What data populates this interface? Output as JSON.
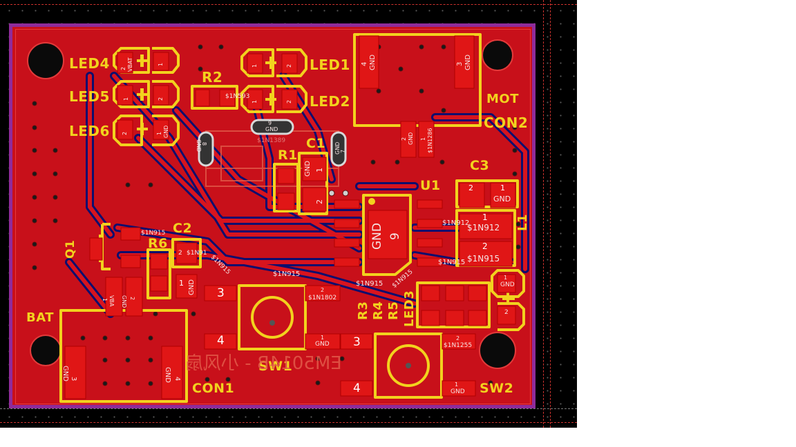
{
  "colors": {
    "background": "#000000",
    "copper": "#c8101a",
    "trace": "#d8141e",
    "trace_gap": "#0c0e6e",
    "silkscreen": "#f2d21e",
    "board_outline": "#8f2b9a",
    "keepout": "#d0322e",
    "hole": "#0a0a0a"
  },
  "designators": {
    "led4": "LED4",
    "led5": "LED5",
    "led6": "LED6",
    "led1": "LED1",
    "led2": "LED2",
    "r2": "R2",
    "mot": "MOT",
    "con2": "CON2",
    "r1": "R1",
    "c1": "C1",
    "c3": "C3",
    "u1": "U1",
    "l1": "L1",
    "q1": "Q1",
    "c2": "C2",
    "r6": "R6",
    "bat": "BAT",
    "con1": "CON1",
    "sw1": "SW1",
    "sw2": "SW2",
    "r3": "R3",
    "r4": "R4",
    "r5": "R5",
    "led3": "LED3"
  },
  "pins": {
    "led4_2": "2",
    "led4_vbat": "VBAT",
    "led4_1": "1",
    "led5_1": "1",
    "led5_2": "2",
    "led6_2": "2",
    "led6_1": "1",
    "led6_gnd": "GND",
    "led1_1": "1",
    "led1_2": "2",
    "led2_1": "1",
    "led2_2": "2",
    "mot4": "4",
    "mot4_net": "GND",
    "mot3": "3",
    "mot3_net": "GND",
    "con2_2": "2",
    "con2_2_net": "GND",
    "con2_1": "1",
    "con2_1_net": "$1N1286",
    "c1_gnd": "GND",
    "c1_1": "1",
    "c1_2": "2",
    "c3_2": "2",
    "c3_1": "1",
    "c3_gnd": "GND",
    "u1_pad_net": "GND",
    "u1_pad_num": "9",
    "l1_1": "1",
    "l1_1_net": "$1N912",
    "l1_2": "2",
    "l1_2_net": "$1N915",
    "c2_2": "2",
    "c2_1": "1",
    "c2_gnd": "GND",
    "q1_1": "1",
    "q1_vba": "VBA",
    "q1_2": "2",
    "q1_gnd": "GND",
    "sw1_3": "3",
    "sw1_4": "4",
    "sw1_2": "2",
    "sw1_2_net": "$1N1802",
    "sw1_1": "1",
    "sw1_1_net": "GND",
    "sw2_3": "3",
    "sw2_4": "4",
    "sw2_2": "2",
    "sw2_2_net": "$1N1255",
    "sw2_1": "1",
    "sw2_1_net": "GND",
    "con1_3": "3",
    "con1_3_net": "GND",
    "con1_4": "4",
    "con1_4_net": "GND",
    "led3_1": "1",
    "led3_gnd": "GND",
    "led3_2": "2",
    "usb_9": "9",
    "usb_9_net": "GND",
    "usb_8": "8",
    "usb_8_net": "GND",
    "usb_7": "7",
    "usb_7_net": "GND"
  },
  "nets": {
    "n1n593": "$1N593",
    "n1n1389": "$1N1389",
    "n1n912": "$1N912",
    "n1n915": "$1N915",
    "n1n91": "$1N91"
  },
  "footer_text": "EM5014B - 小风扇"
}
